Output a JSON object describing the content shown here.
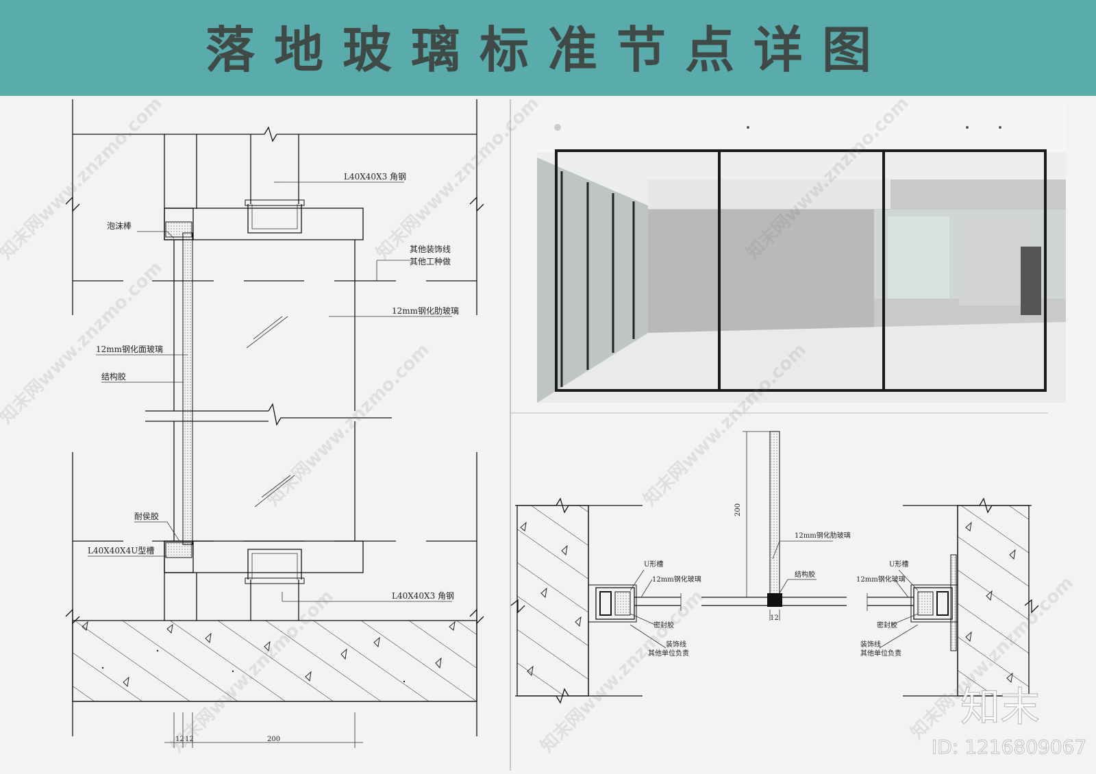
{
  "title": "落地玻璃标准节点详图",
  "section_labels": {
    "angle_steel_top": "L40X40X3 角钢",
    "foam_rod": "泡沫棒",
    "other_trim_1": "其他装饰线",
    "other_trim_2": "其他工种做",
    "rib_glass": "12mm钢化肋玻璃",
    "face_glass": "12mm钢化面玻璃",
    "structural_glue": "结构胶",
    "weather_glue": "耐侯胶",
    "u_channel": "L40X40X4U型槽",
    "angle_steel_bottom": "L40X40X3 角钢"
  },
  "section_dims": {
    "d1": "12",
    "d2": "12",
    "d3": "200"
  },
  "plan_labels": {
    "rib_glass": "12mm钢化肋玻璃",
    "structural_glue": "结构胶",
    "rib_depth": "200",
    "rib_thick": "12",
    "left_u_channel": "U形槽",
    "left_glass": "12mm钢化玻璃",
    "left_sealant": "密封胶",
    "left_trim_1": "装饰线",
    "left_trim_2": "其他单位负责",
    "right_u_channel": "U形槽",
    "right_glass": "12mm钢化玻璃",
    "right_sealant": "密封胶",
    "right_trim_1": "装饰线",
    "right_trim_2": "其他单位负责"
  },
  "watermark": "知末网www.znzmo.com",
  "logo": "知末",
  "id_text": "ID: 1216809067",
  "colors": {
    "header": "#5aabab",
    "title": "#3f4a46",
    "background": "#f3f3f2"
  }
}
